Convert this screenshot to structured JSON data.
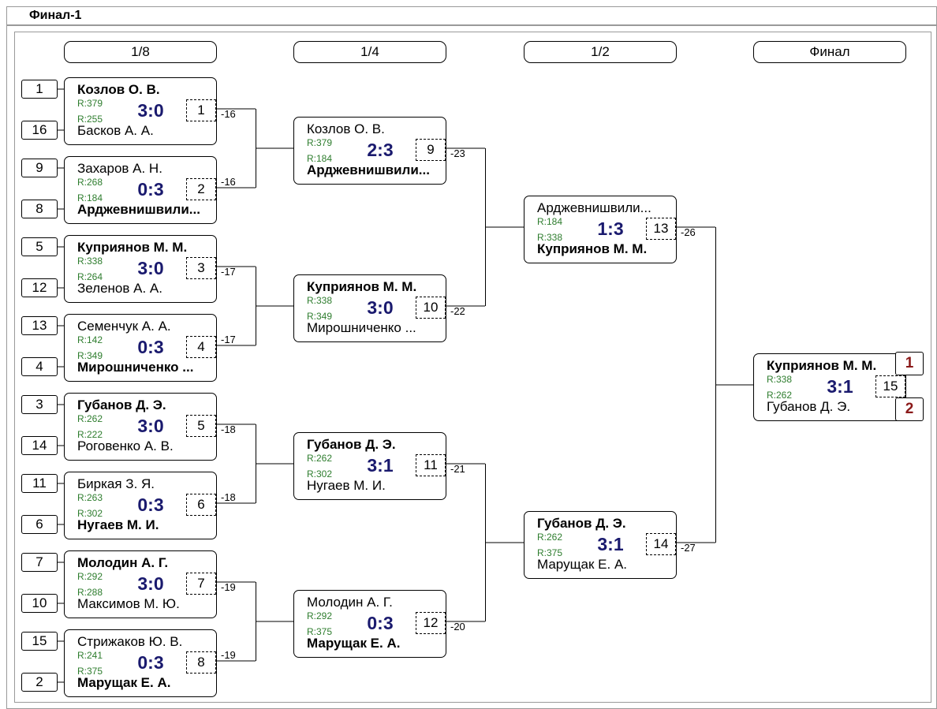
{
  "title": "Финал-1",
  "rounds": [
    "1/8",
    "1/4",
    "1/2",
    "Финал"
  ],
  "seeds": [
    "1",
    "16",
    "9",
    "8",
    "5",
    "12",
    "13",
    "4",
    "3",
    "14",
    "11",
    "6",
    "7",
    "10",
    "15",
    "2"
  ],
  "matches": [
    {
      "top": "Козлов О. В.",
      "bot": "Басков А. А.",
      "r1": "R:379",
      "r2": "R:255",
      "score": "3:0",
      "num": "1",
      "winner": "top",
      "loser": "-16"
    },
    {
      "top": "Захаров А. Н.",
      "bot": "Арджевнишвили...",
      "r1": "R:268",
      "r2": "R:184",
      "score": "0:3",
      "num": "2",
      "winner": "bot",
      "loser": "-16"
    },
    {
      "top": "Куприянов М. М.",
      "bot": "Зеленов А. А.",
      "r1": "R:338",
      "r2": "R:264",
      "score": "3:0",
      "num": "3",
      "winner": "top",
      "loser": "-17"
    },
    {
      "top": "Семенчук А. А.",
      "bot": "Мирошниченко ...",
      "r1": "R:142",
      "r2": "R:349",
      "score": "0:3",
      "num": "4",
      "winner": "bot",
      "loser": "-17"
    },
    {
      "top": "Губанов Д. Э.",
      "bot": "Роговенко А. В.",
      "r1": "R:262",
      "r2": "R:222",
      "score": "3:0",
      "num": "5",
      "winner": "top",
      "loser": "-18"
    },
    {
      "top": "Биркая З. Я.",
      "bot": "Нугаев М. И.",
      "r1": "R:263",
      "r2": "R:302",
      "score": "0:3",
      "num": "6",
      "winner": "bot",
      "loser": "-18"
    },
    {
      "top": "Молодин А. Г.",
      "bot": "Максимов М. Ю.",
      "r1": "R:292",
      "r2": "R:288",
      "score": "3:0",
      "num": "7",
      "winner": "top",
      "loser": "-19"
    },
    {
      "top": "Стрижаков Ю. В.",
      "bot": "Марущак Е. А.",
      "r1": "R:241",
      "r2": "R:375",
      "score": "0:3",
      "num": "8",
      "winner": "bot",
      "loser": "-19"
    },
    {
      "top": "Козлов О. В.",
      "bot": "Арджевнишвили...",
      "r1": "R:379",
      "r2": "R:184",
      "score": "2:3",
      "num": "9",
      "winner": "bot",
      "loser": "-23"
    },
    {
      "top": "Куприянов М. М.",
      "bot": "Мирошниченко ...",
      "r1": "R:338",
      "r2": "R:349",
      "score": "3:0",
      "num": "10",
      "winner": "top",
      "loser": "-22"
    },
    {
      "top": "Губанов Д. Э.",
      "bot": "Нугаев М. И.",
      "r1": "R:262",
      "r2": "R:302",
      "score": "3:1",
      "num": "11",
      "winner": "top",
      "loser": "-21"
    },
    {
      "top": "Молодин А. Г.",
      "bot": "Марущак Е. А.",
      "r1": "R:292",
      "r2": "R:375",
      "score": "0:3",
      "num": "12",
      "winner": "bot",
      "loser": "-20"
    },
    {
      "top": "Арджевнишвили...",
      "bot": "Куприянов М. М.",
      "r1": "R:184",
      "r2": "R:338",
      "score": "1:3",
      "num": "13",
      "winner": "bot",
      "loser": "-26"
    },
    {
      "top": "Губанов Д. Э.",
      "bot": "Марущак Е. А.",
      "r1": "R:262",
      "r2": "R:375",
      "score": "3:1",
      "num": "14",
      "winner": "top",
      "loser": "-27"
    },
    {
      "top": "Куприянов М. М.",
      "bot": "Губанов Д. Э.",
      "r1": "R:338",
      "r2": "R:262",
      "score": "3:1",
      "num": "15",
      "winner": "top",
      "loser": ""
    }
  ],
  "places": [
    "1",
    "2"
  ]
}
